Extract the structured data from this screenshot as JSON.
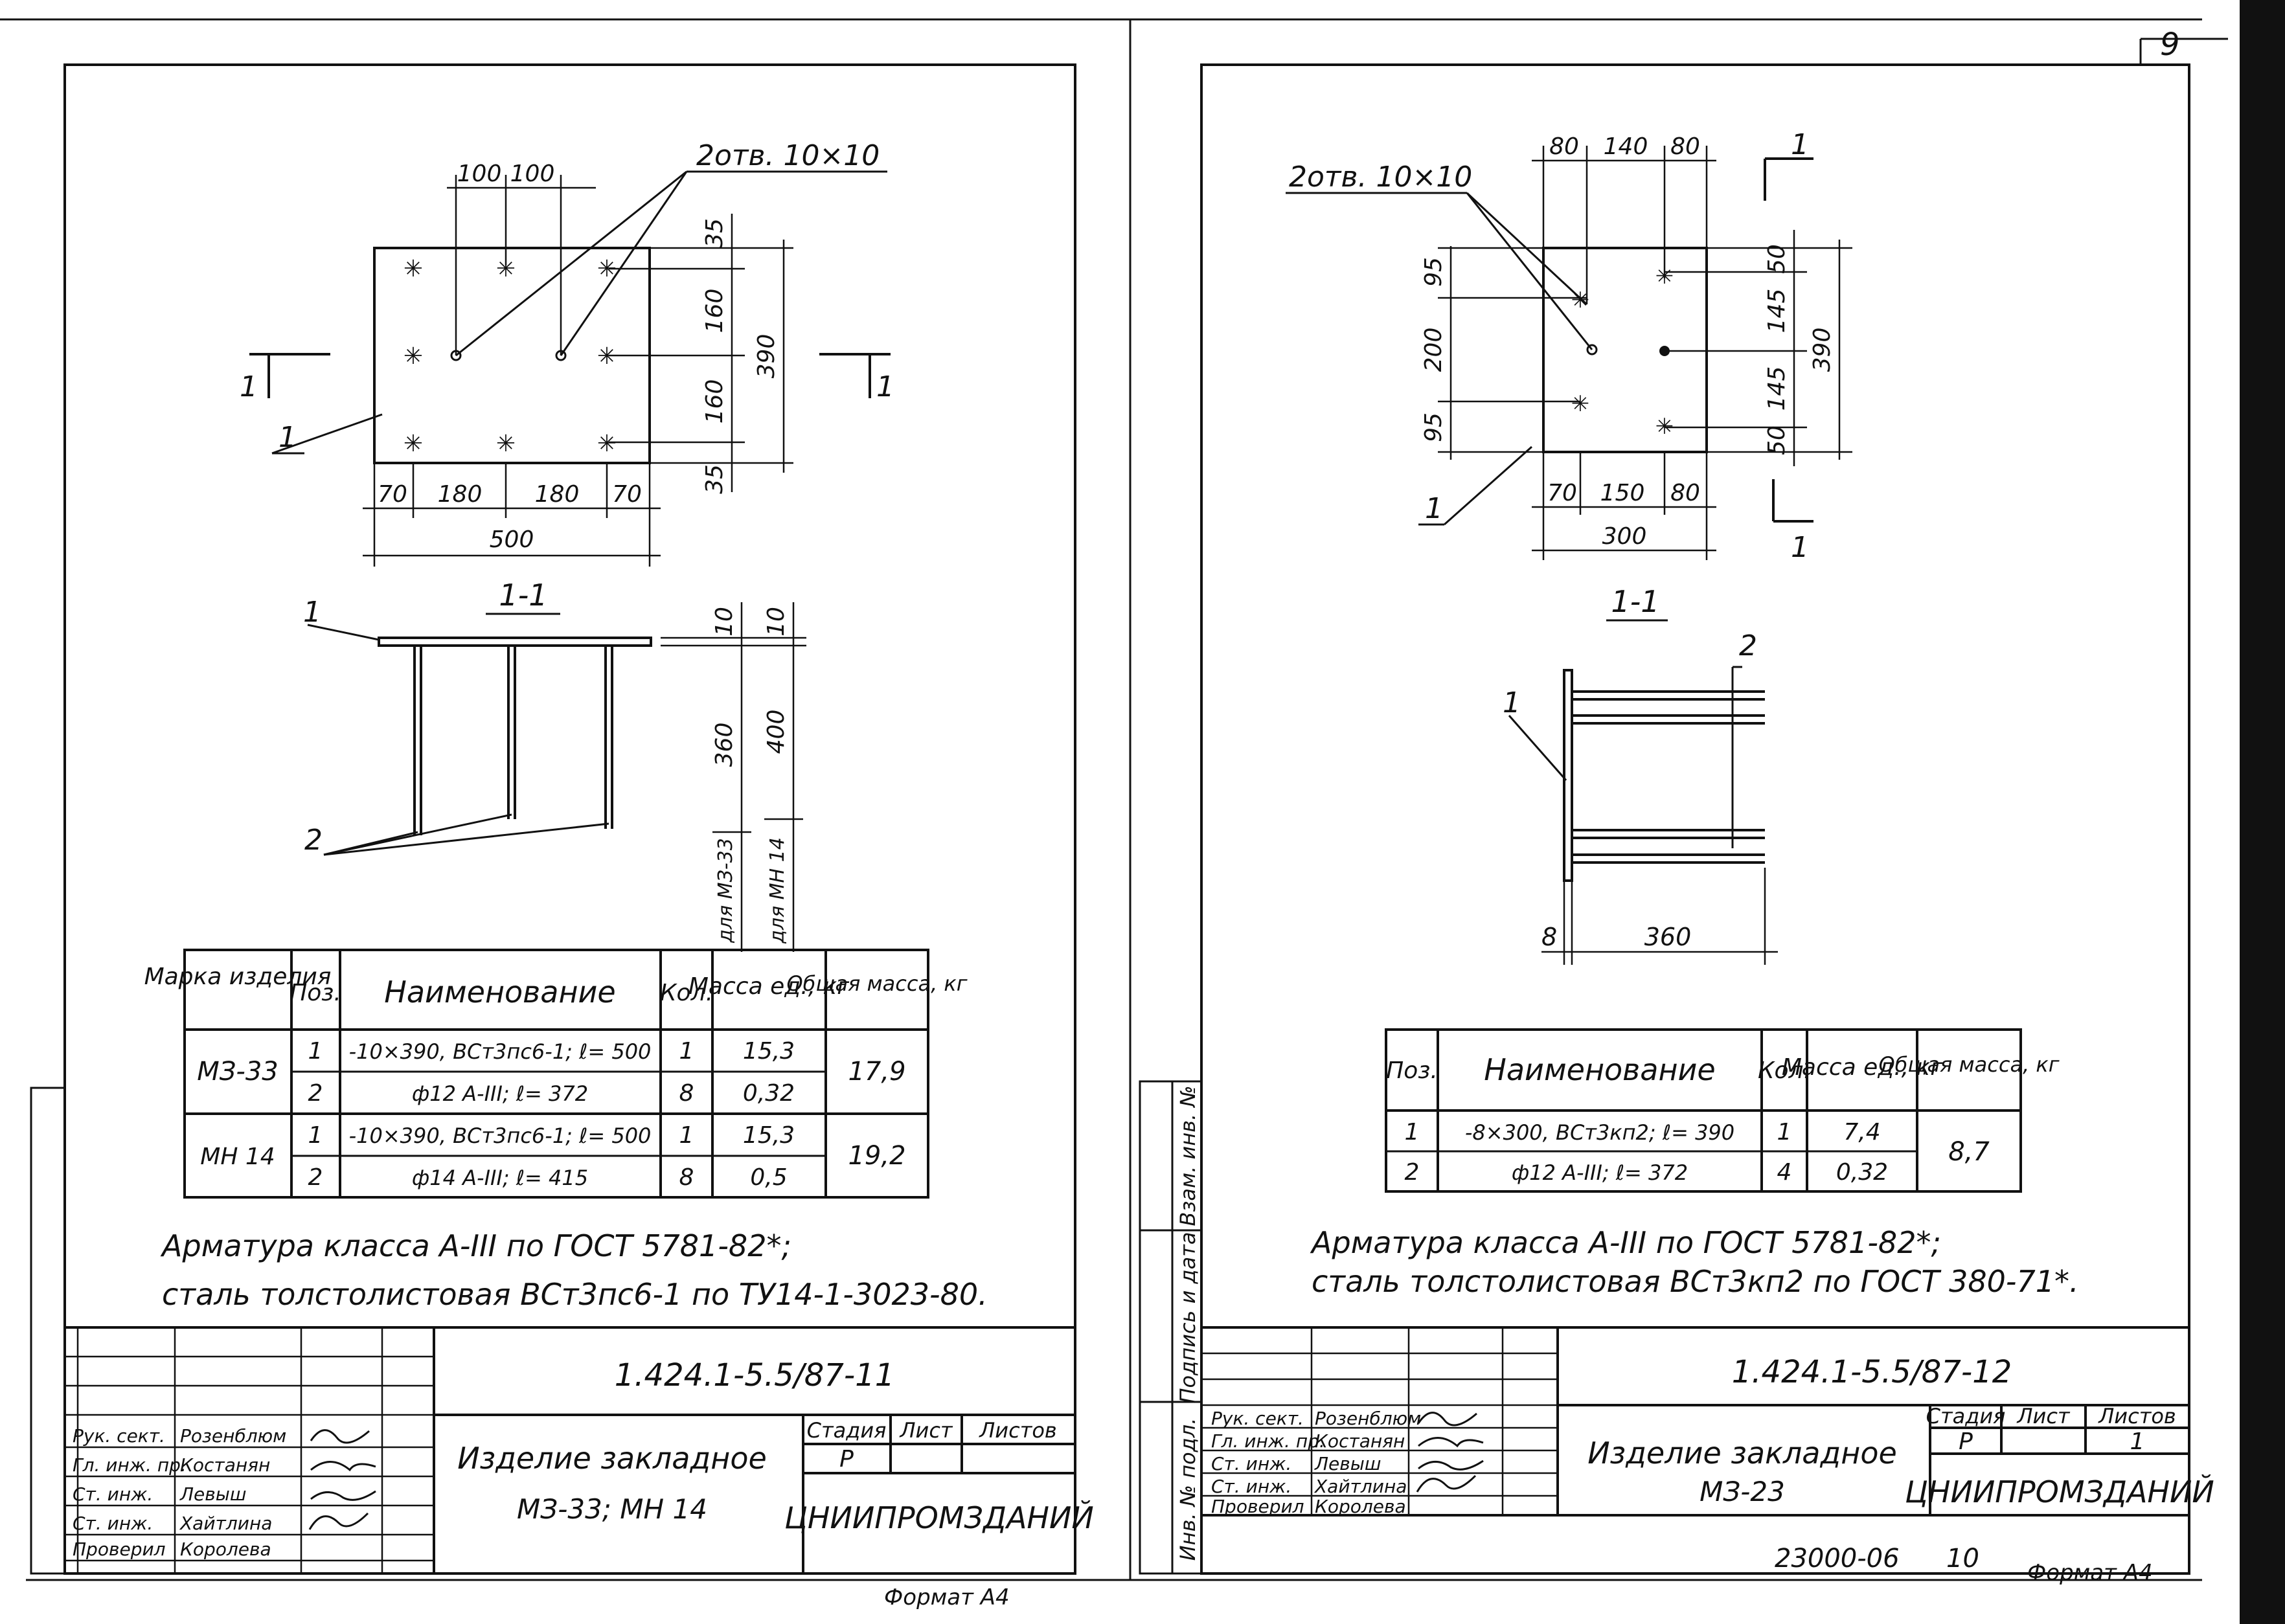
{
  "page_number": "9",
  "left_sheet": {
    "plan": {
      "hole_note": "2отв. 10×10",
      "dim_top": [
        "100",
        "100"
      ],
      "dim_right": [
        "35",
        "160",
        "160",
        "35"
      ],
      "dim_right_total": "390",
      "dim_bottom": [
        "70",
        "180",
        "180",
        "70"
      ],
      "dim_bottom_total": "500",
      "part_label": "1",
      "section_mark": "1"
    },
    "section": {
      "title": "1-1",
      "part1": "1",
      "part2": "2",
      "dim_a": [
        "10",
        "360"
      ],
      "dim_b": [
        "10",
        "400"
      ],
      "for_a": "для МЗ-33",
      "for_b": "для МН 14"
    },
    "table": {
      "headers": [
        "Марка изделия",
        "Поз.",
        "Наименование",
        "Кол.",
        "Масса ед., кг",
        "Общая масса, кг"
      ],
      "groups": [
        {
          "mark": "МЗ-33",
          "total": "17,9",
          "rows": [
            {
              "pos": "1",
              "name": "-10×390, ВСт3пс6-1; ℓ= 500",
              "qty": "1",
              "mass": "15,3"
            },
            {
              "pos": "2",
              "name": "ф12 А-III;   ℓ= 372",
              "qty": "8",
              "mass": "0,32"
            }
          ]
        },
        {
          "mark": "МН 14",
          "total": "19,2",
          "rows": [
            {
              "pos": "1",
              "name": "-10×390, ВСт3пс6-1; ℓ= 500",
              "qty": "1",
              "mass": "15,3"
            },
            {
              "pos": "2",
              "name": "ф14 А-III;   ℓ= 415",
              "qty": "8",
              "mass": "0,5"
            }
          ]
        }
      ]
    },
    "note_line1": "Арматура класса А-III по ГОСТ 5781-82*;",
    "note_line2": "сталь толстолистовая ВСт3пс6-1 по ТУ14-1-3023-80.",
    "stamp": {
      "code": "1.424.1-5.5/87-11",
      "title_line1": "Изделие закладное",
      "title_line2": "МЗ-33; МН 14",
      "stage_h": "Стадия",
      "sheet_h": "Лист",
      "sheets_h": "Листов",
      "stage": "Р",
      "org": "ЦНИИПРОМЗДАНИЙ",
      "roles": [
        "Рук. сект.",
        "Гл. инж. пр.",
        "Ст. инж.",
        "Ст. инж.",
        "Проверил"
      ],
      "names": [
        "Розенблюм",
        "Костанян",
        "Левыш",
        "Хайтлина",
        "Королева"
      ]
    },
    "format": "Формат А4"
  },
  "right_sheet": {
    "plan": {
      "hole_note": "2отв. 10×10",
      "dim_top": [
        "80",
        "140",
        "80"
      ],
      "dim_left": [
        "95",
        "200",
        "95"
      ],
      "dim_right": [
        "50",
        "145",
        "145",
        "50"
      ],
      "dim_right_total": "390",
      "dim_bottom": [
        "70",
        "150",
        "80"
      ],
      "dim_bottom_total": "300",
      "part_label": "1",
      "section_mark": "1"
    },
    "section": {
      "title": "1-1",
      "part1": "1",
      "part2": "2",
      "dim_thk": "8",
      "dim_len": "360"
    },
    "table": {
      "headers": [
        "Поз.",
        "Наименование",
        "Кол.",
        "Масса ед., кг",
        "Общая масса, кг"
      ],
      "total": "8,7",
      "rows": [
        {
          "pos": "1",
          "name": "-8×300, ВСт3кп2; ℓ= 390",
          "qty": "1",
          "mass": "7,4"
        },
        {
          "pos": "2",
          "name": "ф12 А-III;   ℓ= 372",
          "qty": "4",
          "mass": "0,32"
        }
      ]
    },
    "note_line1": "Арматура класса А-III по ГОСТ 5781-82*;",
    "note_line2": "сталь толстолистовая ВСт3кп2 по ГОСТ 380-71*.",
    "side_labels": [
      "Инв. № подл.",
      "Подпись и дата",
      "Взам. инв. №"
    ],
    "stamp": {
      "code": "1.424.1-5.5/87-12",
      "title_line1": "Изделие закладное",
      "title_line2": "МЗ-23",
      "stage_h": "Стадия",
      "sheet_h": "Лист",
      "sheets_h": "Листов",
      "stage": "Р",
      "sheet": "1",
      "org": "ЦНИИПРОМЗДАНИЙ",
      "roles": [
        "Рук. сект.",
        "Гл. инж. пр.",
        "Ст. инж.",
        "Ст. инж.",
        "Проверил"
      ],
      "names": [
        "Розенблюм",
        "Костанян",
        "Левыш",
        "Хайтлина",
        "Королева"
      ]
    },
    "archive": "23000-06",
    "archive_sheet": "10",
    "format": "Формат А4"
  }
}
